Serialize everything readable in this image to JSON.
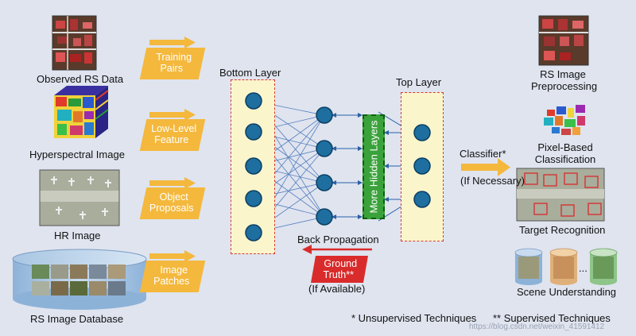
{
  "left_inputs": {
    "observed": "Observed RS Data",
    "hyperspectral": "Hyperspectral Image",
    "hr": "HR Image",
    "database": "RS Image Database"
  },
  "input_tags": [
    {
      "line1": "Training",
      "line2": "Pairs"
    },
    {
      "line1": "Low-Level",
      "line2": "Feature"
    },
    {
      "line1": "Object",
      "line2": "Proposals"
    },
    {
      "line1": "Image",
      "line2": "Patches"
    }
  ],
  "network": {
    "bottom_layer": "Bottom Layer",
    "top_layer": "Top Layer",
    "hidden_layers": "More Hidden Layers",
    "back_propagation": "Back Propagation",
    "ground_truth_line1": "Ground",
    "ground_truth_line2": "Truth**",
    "if_available": "(If Available)"
  },
  "classifier": {
    "label": "Classifier*",
    "condition": "(If Necessary)"
  },
  "outputs": {
    "preprocessing_line1": "RS Image",
    "preprocessing_line2": "Preprocessing",
    "pixel_line1": "Pixel-Based",
    "pixel_line2": "Classification",
    "target": "Target Recognition",
    "scene": "Scene Understanding",
    "ellipsis": "..."
  },
  "footnotes": {
    "unsupervised": "* Unsupervised Techniques",
    "supervised": "** Supervised Techniques",
    "watermark": "https://blog.csdn.net/weixin_41591412"
  },
  "colors": {
    "tag": "#f4b83d",
    "node": "#1e6f9f",
    "layer_fill": "#fbf5cc",
    "layer_border": "#d23b3b",
    "hidden_fill": "#3aa23a",
    "ground_truth": "#d92b2b",
    "background": "#dfe4ef"
  }
}
